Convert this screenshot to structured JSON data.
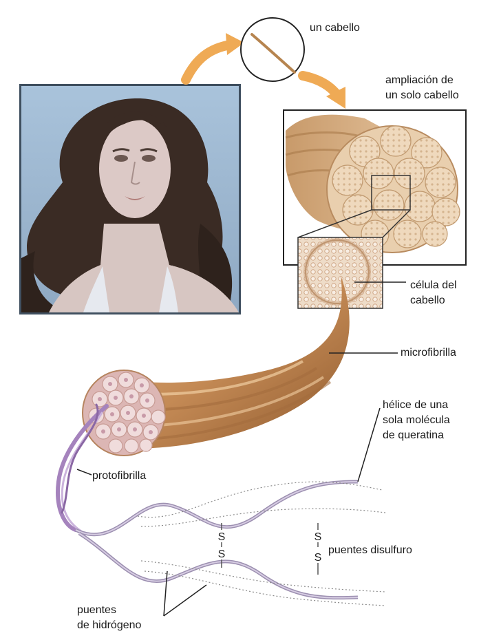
{
  "labels": {
    "hair_strand": "un cabello",
    "magnification": [
      "ampliación de",
      "un solo cabello"
    ],
    "hair_cell": [
      "célula del",
      "cabello"
    ],
    "microfibril": "microfibrilla",
    "keratin_helix": [
      "hélice de una",
      "sola molécula",
      "de queratina"
    ],
    "protofibril": "protofibrilla",
    "disulfide_bridges": "puentes disulfuro",
    "hydrogen_bonds": [
      "puentes",
      "de hidrógeno"
    ]
  },
  "disulfide_symbol": "S",
  "colors": {
    "arrow": "#efaa55",
    "hair_fiber": "#c48a55",
    "protofibril": "#a583bd",
    "photo_background": "#9db8d2",
    "frame": "#3f4f5f"
  }
}
